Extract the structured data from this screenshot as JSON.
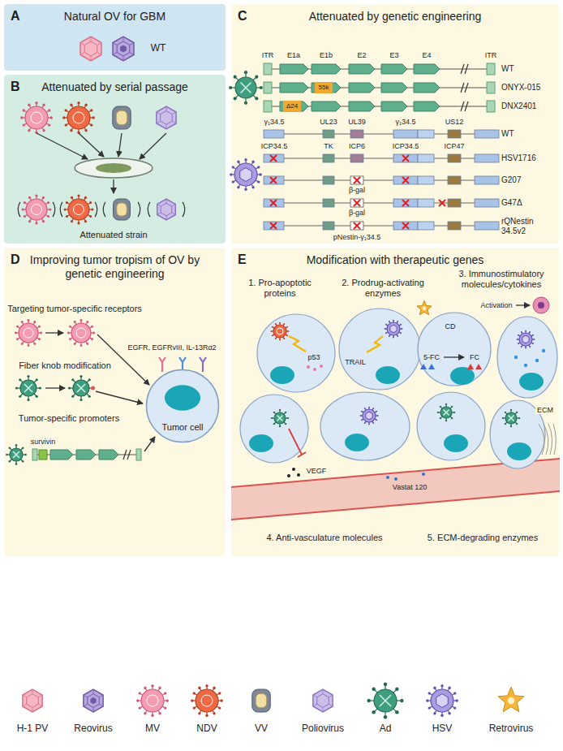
{
  "diagram": {
    "nodes": [
      {
        "text": [
          "A",
          "Natural OV for GBM"
        ]
      },
      {
        "text": [
          "B",
          "Attenuated by serial passage"
        ]
      },
      {
        "text": [
          "C",
          "Attenuated by genetic engineering"
        ]
      },
      {
        "text": [
          "D",
          "Improving tumor tropism of OV by genetic engineering"
        ]
      },
      {
        "text": [
          "E",
          "Modification with therapeutic genes"
        ]
      },
      {
        "text": [
          "Tumor cell"
        ],
        "in": 3
      }
    ],
    "labels": [
      "WT",
      "Attenuated strain",
      "ITR",
      "E1a",
      "E1b",
      "E2",
      "E3",
      "E4",
      "ITR",
      "WT",
      "ONYX-015",
      "DNX2401",
      "55k",
      "Δ24",
      "γ₁34.5",
      "UL23",
      "UL39",
      "γ₁34.5",
      "US12",
      "WT",
      "ICP34.5",
      "TK",
      "ICP6",
      "ICP34.5",
      "ICP47",
      "HSV1716",
      "β-gal",
      "G207",
      "β-gal",
      "G47Δ",
      "pNestin-γ₁34.5",
      "rQNestin 34.5v2",
      "Targeting tumor-specific receptors",
      "EGFR, EGFRvIII, IL-13Rα2",
      "Fiber knob modification",
      "Tumor-specific promoters",
      "survivin",
      "1. Pro-apoptotic proteins",
      "2. Prodrug-activating enzymes",
      "3. Immunostimulatory molecules/cytokines",
      "Activation",
      "p53",
      "TRAIL",
      "CD",
      "5-FC",
      "FC",
      "VEGF",
      "Vastat 120",
      "ECM",
      "4. Anti-vasculature molecules",
      "5. ECM-degrading enzymes"
    ],
    "legend": [
      {
        "text": "H-1 PV"
      },
      {
        "text": "Reovirus"
      },
      {
        "text": "MV"
      },
      {
        "text": "NDV"
      },
      {
        "text": "VV"
      },
      {
        "text": "Poliovirus"
      },
      {
        "text": "Ad"
      },
      {
        "text": "HSV"
      },
      {
        "text": "Retrovirus"
      }
    ]
  }
}
